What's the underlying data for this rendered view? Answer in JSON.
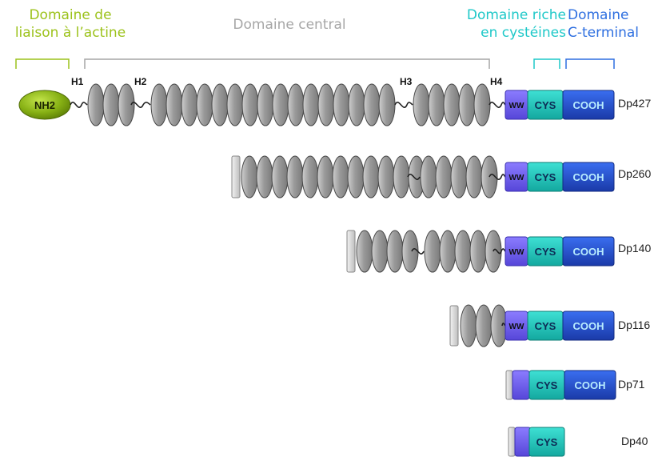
{
  "domain_titles": {
    "actin_binding": {
      "line1": "Domaine de",
      "line2": "liaison à l’actine",
      "color": "#9cc21b"
    },
    "central": {
      "line1": "Domaine central",
      "color": "#a6a6a6"
    },
    "cys_rich": {
      "line1": "Domaine riche",
      "line2": "en cystéines",
      "color": "#1ec8c8"
    },
    "c_terminal": {
      "line1": "Domaine",
      "line2": "C-terminal",
      "color": "#2e6fe0"
    }
  },
  "hinges": {
    "h1": "H1",
    "h2": "H2",
    "h3": "H3",
    "h4": "H4"
  },
  "block_labels": {
    "nh2": "NH2",
    "ww": "WW",
    "cys": "CYS",
    "cooh": "COOH"
  },
  "colors": {
    "nh2": "#86b014",
    "repeat": "#9c9c9c",
    "ww": "#6f5ef0",
    "cys": "#22c7bc",
    "cooh": "#2350c8",
    "stub": "#d8d8d8"
  },
  "isoforms": {
    "dp427": "Dp427",
    "dp260": "Dp260",
    "dp140": "Dp140",
    "dp116": "Dp116",
    "dp71": "Dp71",
    "dp40": "Dp40"
  }
}
